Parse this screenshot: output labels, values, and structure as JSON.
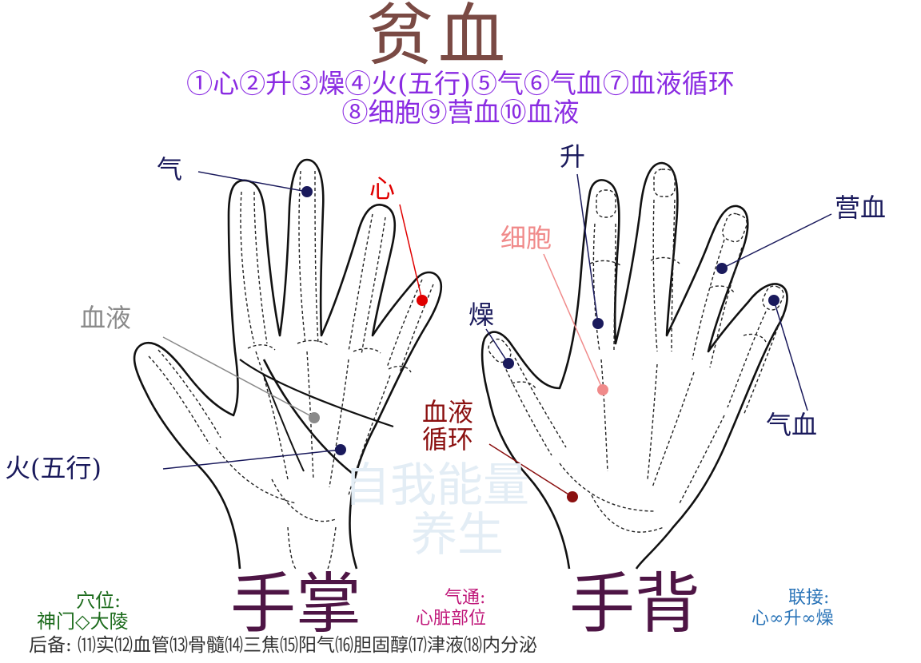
{
  "title": "贫血",
  "legend_line1": "①心②升③燥④火(五行)⑤气⑥气血⑦血液循环",
  "legend_line2": "⑧细胞⑨营血⑩血液",
  "palm": {
    "qi": "气",
    "xin": "心",
    "xueye": "血液",
    "huo": "火(五行)"
  },
  "back": {
    "sheng": "升",
    "xibao": "细胞",
    "zao": "燥",
    "yingxue": "营血",
    "qixue": "气血",
    "xueye_xunhuan_1": "血液",
    "xueye_xunhuan_2": "循环"
  },
  "watermark": {
    "line1": "自我能量",
    "line2": "养生"
  },
  "palm_title": "手掌",
  "back_title": "手背",
  "acupoint": {
    "heading": "穴位:",
    "value": "神门◇大陵"
  },
  "qitong": {
    "heading": "气通:",
    "value": "心脏部位"
  },
  "lianjie": {
    "heading": "联接:",
    "value": "心∞升∞燥"
  },
  "backup": "后备: ⑾实⑿血管⒀骨髓⒁三焦⒂阳气⒃胆固醇⒄津液⒅内分泌",
  "colors": {
    "title": "#7a4a44",
    "legend": "#8a2be2",
    "navy": "#1a1a5c",
    "red": "#e00000",
    "gray": "#8a8a8a",
    "pink": "#f08a8a",
    "maroon": "#8b1010",
    "big_title": "#4e1545"
  }
}
